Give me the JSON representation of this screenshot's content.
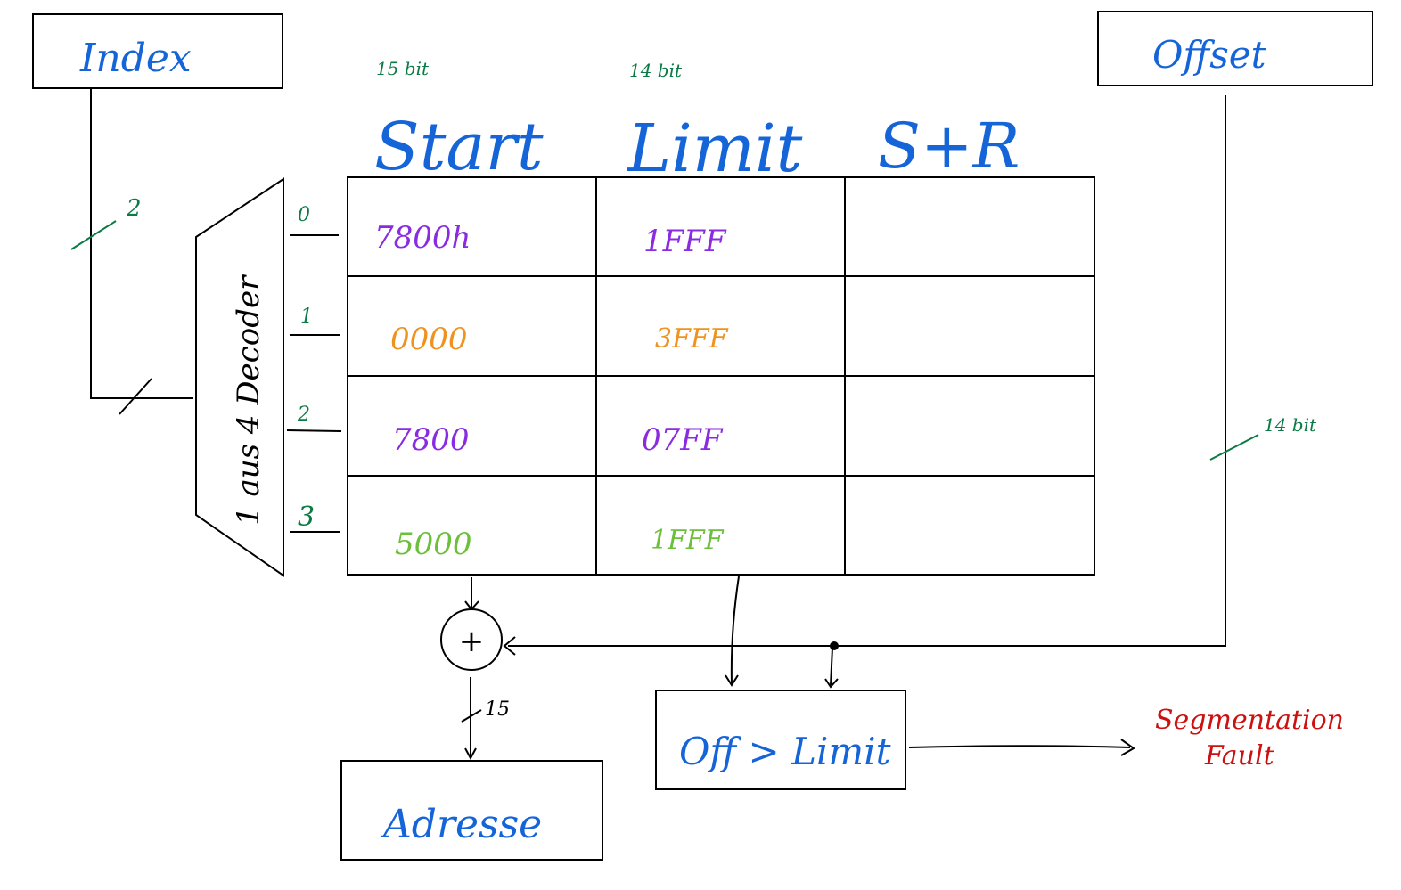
{
  "colors": {
    "blue": "#1565d8",
    "green": "#0b7a45",
    "purple": "#8a2be2",
    "orange": "#f0921e",
    "lightgreen": "#6cbf3a",
    "red": "#cc1111",
    "black": "#000000"
  },
  "boxes": {
    "index": "Index",
    "offset": "Offset",
    "adresse": "Adresse",
    "compare": "Off > Limit"
  },
  "bit_notes": {
    "start": "15 bit",
    "limit": "14 bit",
    "offset": "14 bit",
    "index_bus": "2",
    "adder_out": "15"
  },
  "table": {
    "headers": [
      "Start",
      "Limit",
      "S+R"
    ],
    "rows": [
      {
        "start": "7800h",
        "limit": "1FFF",
        "sr": "",
        "color": "#8a2be2"
      },
      {
        "start": "0000",
        "limit": "3FFF",
        "sr": "",
        "color": "#f0921e"
      },
      {
        "start": "7800",
        "limit": "07FF",
        "sr": "",
        "color": "#8a2be2"
      },
      {
        "start": "5000",
        "limit": "1FFF",
        "sr": "",
        "color": "#6cbf3a"
      }
    ]
  },
  "decoder": {
    "label": "1 aus 4 Decoder",
    "outputs": [
      "0",
      "1",
      "2",
      "3"
    ]
  },
  "adder_symbol": "+",
  "fault": {
    "line1": "Segmentation",
    "line2": "Fault"
  }
}
